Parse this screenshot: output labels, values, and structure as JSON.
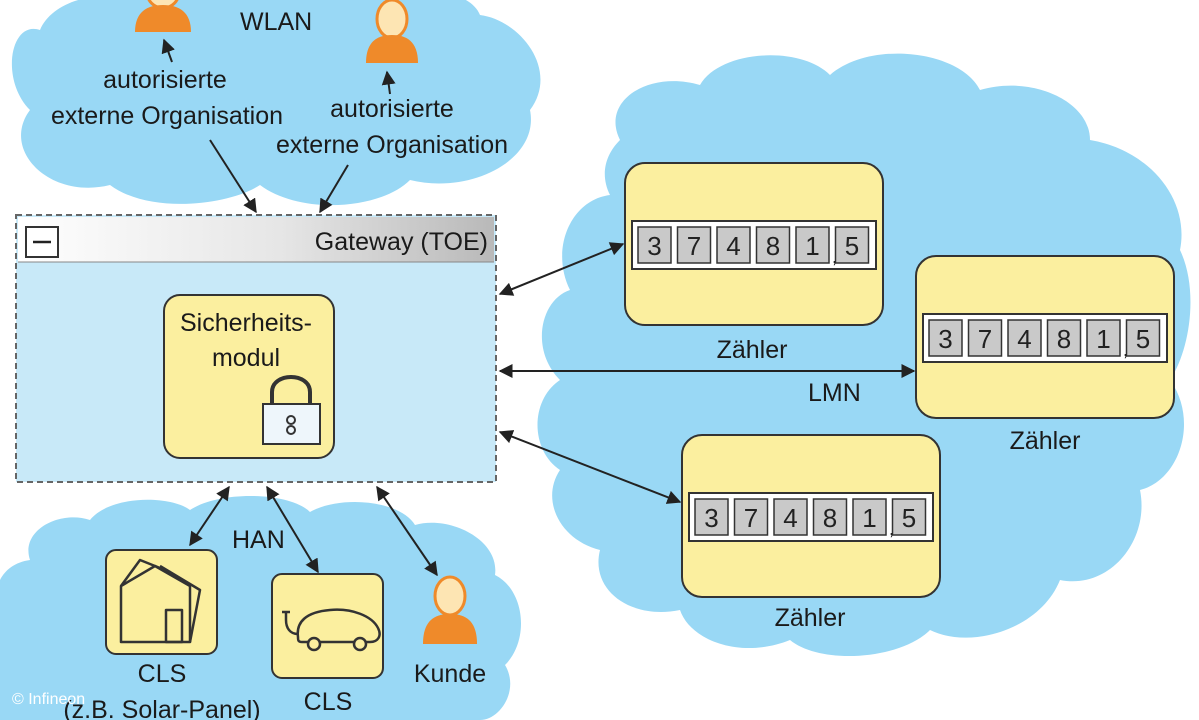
{
  "clouds": {
    "wlan": {
      "label": "WLAN"
    },
    "lmn": {
      "label": "LMN"
    },
    "han": {
      "label": "HAN"
    }
  },
  "wlan_orgs": [
    {
      "line1": "autorisierte",
      "line2": "externe Organisation"
    },
    {
      "line1": "autorisierte",
      "line2": "externe Organisation"
    }
  ],
  "gateway": {
    "title": "Gateway (TOE)",
    "collapse_symbol": "−"
  },
  "security_module": {
    "line1": "Sicherheits-",
    "line2": "modul",
    "icon": "padlock-icon"
  },
  "meters": [
    {
      "label": "Zähler",
      "digits": [
        "3",
        "7",
        "4",
        "8",
        "1",
        "5"
      ]
    },
    {
      "label": "Zähler",
      "digits": [
        "3",
        "7",
        "4",
        "8",
        "1",
        "5"
      ]
    },
    {
      "label": "Zähler",
      "digits": [
        "3",
        "7",
        "4",
        "8",
        "1",
        "5"
      ]
    }
  ],
  "han_devices": [
    {
      "label_line1": "CLS",
      "label_line2": "(z.B. Solar-Panel)",
      "icon": "house-solar-icon"
    },
    {
      "label_line1": "CLS",
      "icon": "electric-car-icon"
    },
    {
      "label_line1": "Kunde",
      "icon": "person-icon"
    }
  ],
  "credit": "© Infineon",
  "colors": {
    "cloud": "#99d8f5",
    "box_fill": "#fbef9f",
    "gateway_fill": "#c8e9f8",
    "person_orange": "#ef8a2a",
    "person_face": "#fde5b3"
  }
}
